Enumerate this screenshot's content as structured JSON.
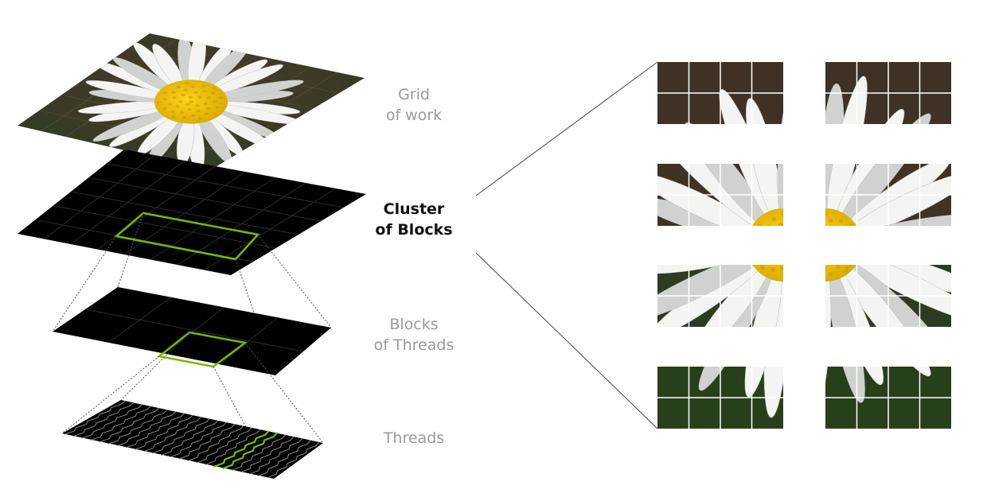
{
  "labels": {
    "grid": {
      "line1": "Grid",
      "line2": "of work"
    },
    "cluster": {
      "line1": "Cluster",
      "line2": "of Blocks"
    },
    "blocks": {
      "line1": "Blocks",
      "line2": "of Threads"
    },
    "threads": {
      "line1": "Threads"
    }
  },
  "colors": {
    "accent": "#76b900",
    "layer": "#000000",
    "grid_line": "#2c2c2c",
    "inactive_text": "#9a9a9a",
    "active_text": "#111111",
    "tile_grid": "#ffffff"
  },
  "image": {
    "subject": "daisy flower photo",
    "petal": "#f4f4f2",
    "petal_shade": "#cfd2cf",
    "center": "#f0c400",
    "background_top": "#4a3a2c",
    "background_bottom": "#2f4a22"
  }
}
